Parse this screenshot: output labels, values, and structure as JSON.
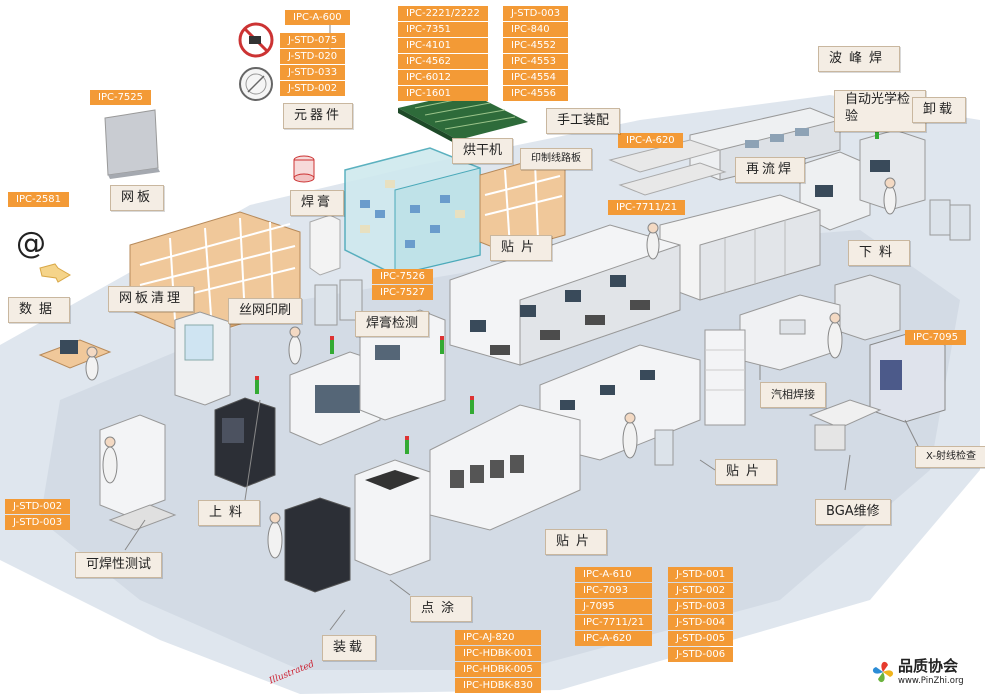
{
  "standards": {
    "ipc_a_600": [
      "IPC-A-600"
    ],
    "jstd_col": [
      "J-STD-075",
      "J-STD-020",
      "J-STD-033",
      "J-STD-002"
    ],
    "ipc_2221_col": [
      "IPC-2221/2222",
      "IPC-7351",
      "IPC-4101",
      "IPC-4562",
      "IPC-6012",
      "IPC-1601"
    ],
    "jstd_003_col": [
      "J-STD-003",
      "IPC-840",
      "IPC-4552",
      "IPC-4553",
      "IPC-4554",
      "IPC-4556"
    ],
    "ipc_7525": [
      "IPC-7525"
    ],
    "ipc_2581": [
      "IPC-2581"
    ],
    "ipc_a_620_top": [
      "IPC-A-620"
    ],
    "ipc_7711_top": [
      "IPC-7711/21"
    ],
    "ipc_7526_col": [
      "IPC-7526",
      "IPC-7527"
    ],
    "ipc_7095_right": [
      "IPC-7095"
    ],
    "jstd_002_left": [
      "J-STD-002",
      "J-STD-003"
    ],
    "ipc_a_610_col": [
      "IPC-A-610",
      "IPC-7093",
      "J-7095",
      "IPC-7711/21",
      "IPC-A-620"
    ],
    "jstd_001_col": [
      "J-STD-001",
      "J-STD-002",
      "J-STD-003",
      "J-STD-004",
      "J-STD-005",
      "J-STD-006"
    ],
    "ipc_aj_col": [
      "IPC-AJ-820",
      "IPC-HDBK-001",
      "IPC-HDBK-005",
      "IPC-HDBK-830"
    ]
  },
  "stations": {
    "components": "元器件",
    "wave_solder": "波峰焊",
    "aoi": "自动光学检验",
    "unload_top": "卸载",
    "manual_assembly": "手工装配",
    "oven": "烘干机",
    "pcb": "印制线路板",
    "reflow": "再流焊",
    "stencil": "网板",
    "solder_paste": "焊膏",
    "placement_top": "贴片",
    "unload_right": "下料",
    "data": "数据",
    "stencil_cleaning": "网板清理",
    "screen_printing": "丝网印刷",
    "paste_inspection": "焊膏检测",
    "vapor_phase": "汽相焊接",
    "xray": "X-射线检查",
    "placement_mid": "贴片",
    "bga_repair": "BGA维修",
    "loading": "上料",
    "placement_bottom": "贴片",
    "solderability": "可焊性测试",
    "dispensing": "点涂",
    "loader": "装载"
  },
  "logo": {
    "title": "品质协会",
    "url": "www.PinZhi.org"
  },
  "signature": "Illustrated",
  "colors": {
    "standard_tag": "#f39a36",
    "station_tag": "#f4ede4",
    "floor": "#dfe6ee"
  }
}
